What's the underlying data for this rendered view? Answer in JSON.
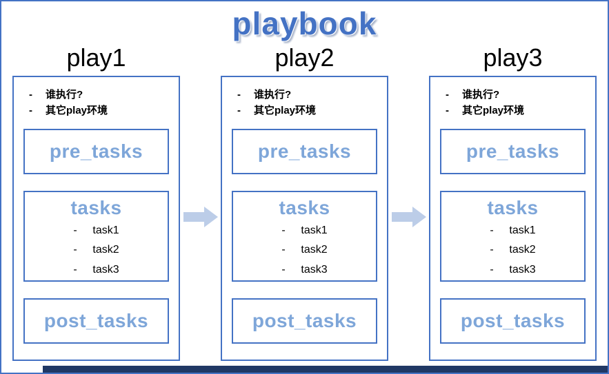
{
  "title": "playbook",
  "bullet_marker": "-",
  "plays": [
    {
      "name": "play1",
      "bullets": [
        "谁执行?",
        "其它play环境"
      ],
      "pre_tasks_label": "pre_tasks",
      "tasks_label": "tasks",
      "tasks": [
        "task1",
        "task2",
        "task3"
      ],
      "post_tasks_label": "post_tasks"
    },
    {
      "name": "play2",
      "bullets": [
        "谁执行?",
        "其它play环境"
      ],
      "pre_tasks_label": "pre_tasks",
      "tasks_label": "tasks",
      "tasks": [
        "task1",
        "task2",
        "task3"
      ],
      "post_tasks_label": "post_tasks"
    },
    {
      "name": "play3",
      "bullets": [
        "谁执行?",
        "其它play环境"
      ],
      "pre_tasks_label": "pre_tasks",
      "tasks_label": "tasks",
      "tasks": [
        "task1",
        "task2",
        "task3"
      ],
      "post_tasks_label": "post_tasks"
    }
  ],
  "colors": {
    "border_blue": "#4472C4",
    "title_blue": "#4472C4",
    "label_blue": "#7EA6D9",
    "arrow_blue": "#BCCDE8",
    "bottom_bar_navy": "#203864"
  }
}
